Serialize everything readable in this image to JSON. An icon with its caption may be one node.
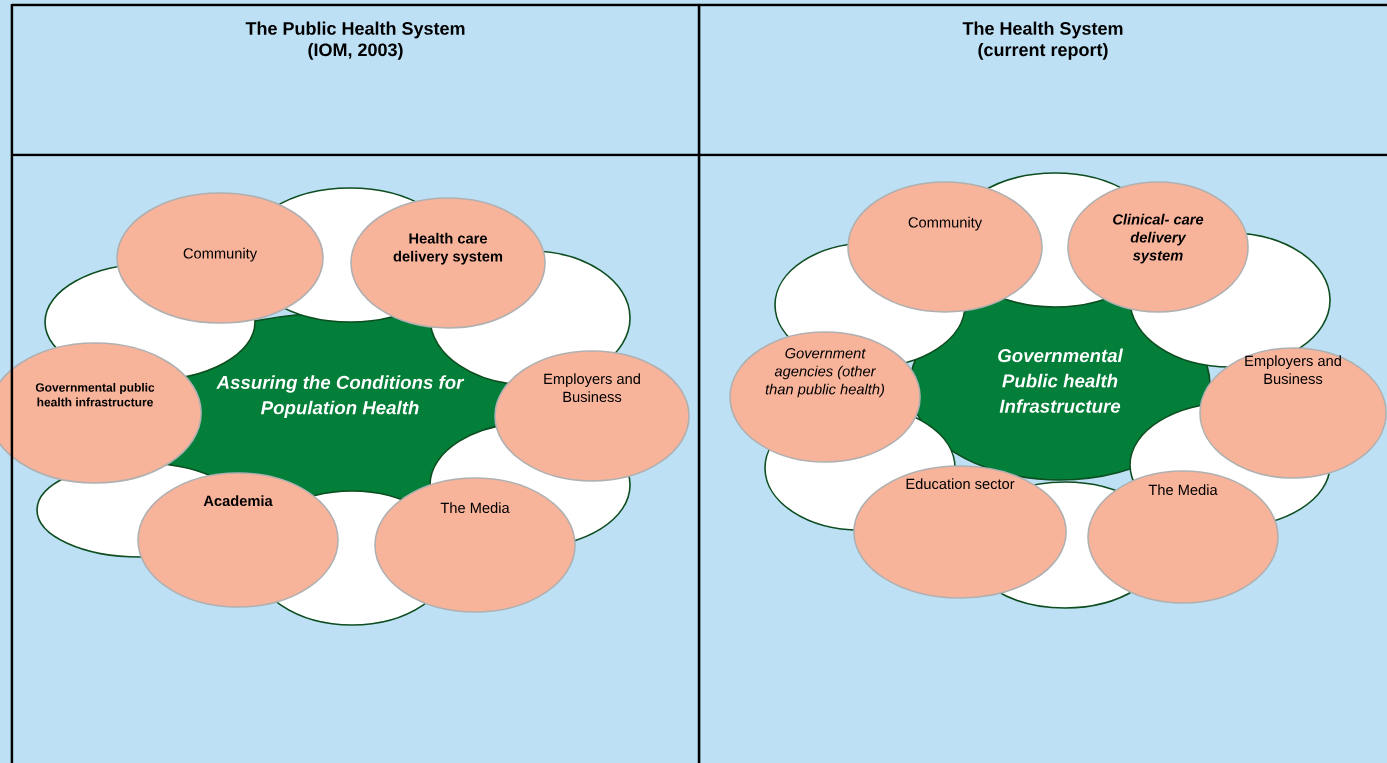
{
  "diagram": {
    "nodes": [
      {
        "text": [
          "The Public Health System (IOM, 2003)"
        ]
      },
      {
        "text": [
          "The Health System (current report)"
        ]
      },
      {
        "text": [
          "Assuring the Conditions for Population Health"
        ]
      },
      {
        "text": [
          "Community"
        ]
      },
      {
        "text": [
          "Health care delivery system"
        ]
      },
      {
        "text": [
          "Governmental public health infrastructure"
        ]
      },
      {
        "text": [
          "Employers and Business"
        ]
      },
      {
        "text": [
          "Academia"
        ]
      },
      {
        "text": [
          "The Media"
        ]
      },
      {
        "text": [
          "Governmental Public health Infrastructure"
        ]
      },
      {
        "text": [
          "Community"
        ]
      },
      {
        "text": [
          "Clinical- care delivery system"
        ]
      },
      {
        "text": [
          "Government agencies (other than public health)"
        ]
      },
      {
        "text": [
          "Employers and Business"
        ]
      },
      {
        "text": [
          "Education sector"
        ]
      },
      {
        "text": [
          "The Media"
        ]
      }
    ]
  }
}
